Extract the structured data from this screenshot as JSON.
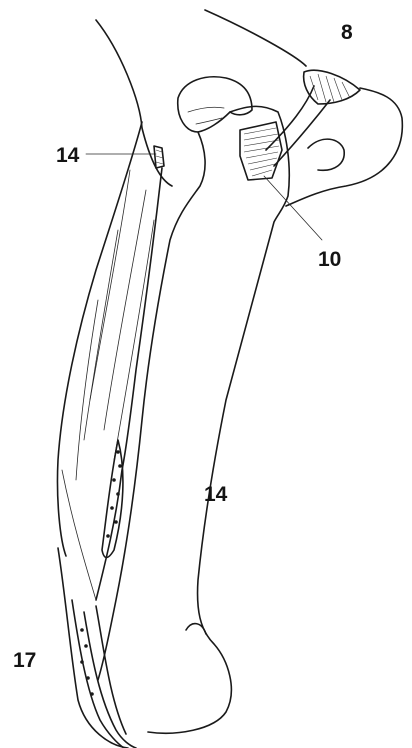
{
  "labels": {
    "top_right": "8",
    "upper_left": "14",
    "right_middle": "10",
    "shaft": "14",
    "lower_left": "17"
  },
  "colors": {
    "ink": "#1a1a1a",
    "background": "#ffffff"
  }
}
